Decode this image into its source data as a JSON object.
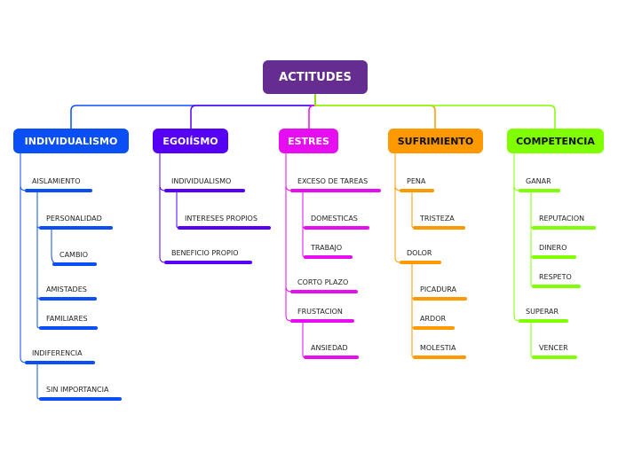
{
  "root": {
    "label": "ACTITUDES",
    "color": "#662d91"
  },
  "branches": [
    {
      "label": "INDIVIDUALISMO",
      "color": "#0a4ff5",
      "text_color": "#ffffff",
      "children": [
        {
          "label": "AISLAMIENTO",
          "children": [
            {
              "label": "PERSONALIDAD",
              "children": [
                {
                  "label": "CAMBIO",
                  "children": []
                }
              ]
            },
            {
              "label": "AMISTADES",
              "children": []
            },
            {
              "label": "FAMILIARES",
              "children": []
            }
          ]
        },
        {
          "label": "INDIFERENCIA",
          "children": [
            {
              "label": "SIN IMPORTANCIA",
              "children": []
            }
          ]
        }
      ]
    },
    {
      "label": "EGOIÍSMO",
      "color": "#5500f5",
      "text_color": "#ffffff",
      "children": [
        {
          "label": "INDIVIDUALISMO",
          "children": [
            {
              "label": "INTERESES PROPIOS",
              "children": []
            }
          ]
        },
        {
          "label": "BENEFICIO PROPIO",
          "children": []
        }
      ]
    },
    {
      "label": "ESTRES",
      "color": "#e60ef0",
      "text_color": "#ffffff",
      "children": [
        {
          "label": "EXCESO DE TAREAS",
          "children": [
            {
              "label": "DOMESTICAS",
              "children": []
            },
            {
              "label": "TRABAJO",
              "children": []
            }
          ]
        },
        {
          "label": "CORTO PLAZO",
          "children": []
        },
        {
          "label": "FRUSTACION",
          "children": [
            {
              "label": "ANSIEDAD",
              "children": []
            }
          ]
        }
      ]
    },
    {
      "label": "SUFRIMIENTO",
      "color": "#ff9900",
      "text_color": "#111111",
      "children": [
        {
          "label": "PENA",
          "children": [
            {
              "label": "TRISTEZA",
              "children": []
            }
          ]
        },
        {
          "label": "DOLOR",
          "children": [
            {
              "label": "PICADURA",
              "children": []
            },
            {
              "label": "ARDOR",
              "children": []
            },
            {
              "label": "MOLESTIA",
              "children": []
            }
          ]
        }
      ]
    },
    {
      "label": "COMPETENCIA",
      "color": "#80ff00",
      "text_color": "#111111",
      "children": [
        {
          "label": "GANAR",
          "children": [
            {
              "label": "REPUTACION",
              "children": []
            },
            {
              "label": "DINERO",
              "children": []
            },
            {
              "label": "RESPETO",
              "children": []
            }
          ]
        },
        {
          "label": "SUPERAR",
          "children": [
            {
              "label": "VENCER",
              "children": []
            }
          ]
        }
      ]
    }
  ]
}
